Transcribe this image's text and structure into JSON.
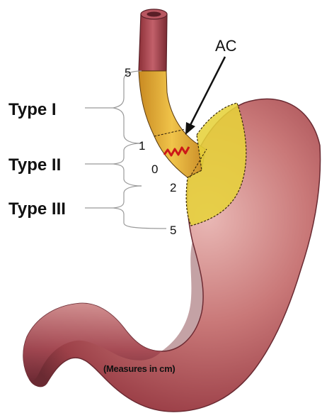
{
  "labels": {
    "type1": "Type  I",
    "type2": "Type  II",
    "type3": "Type  III",
    "ac": "AC",
    "caption": "(Measures in cm)"
  },
  "measures": [
    "5",
    "1",
    "0",
    "2",
    "5"
  ],
  "colors": {
    "stomach": "#b85660",
    "stomach_light": "#dca0a0",
    "stomach_dark": "#6a2a32",
    "zone_yellow": "#e6d23a",
    "esophagus_orange": "#dda030",
    "z_line": "#cc1818"
  }
}
